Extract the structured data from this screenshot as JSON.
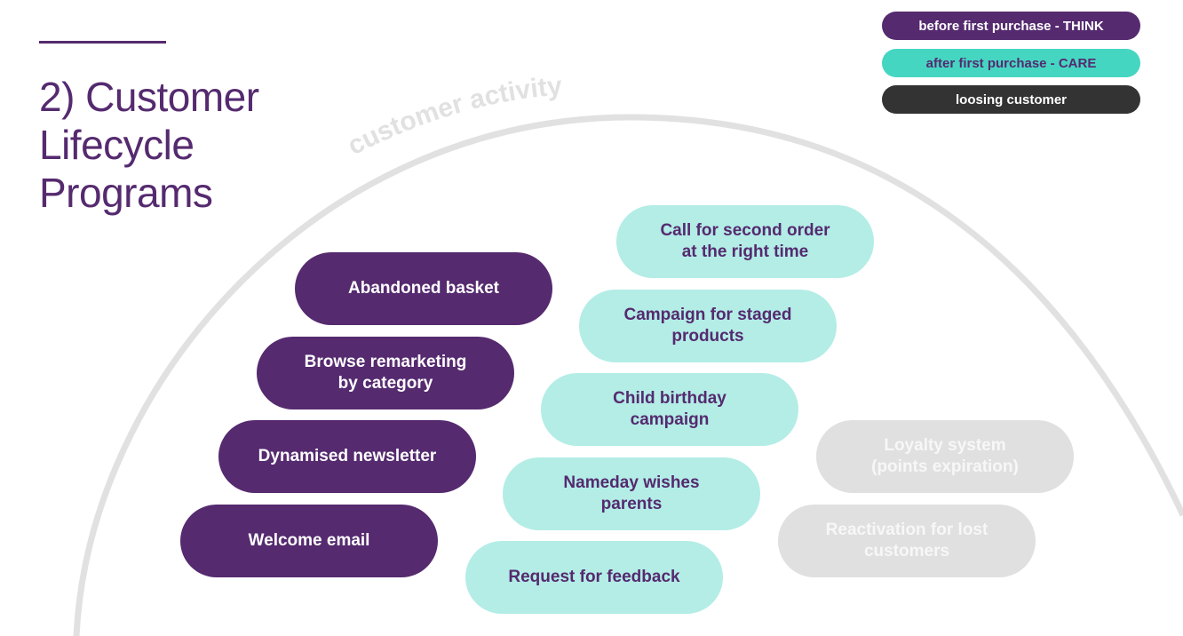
{
  "slide": {
    "title_lines": [
      "2) Customer",
      "Lifecycle",
      "Programs"
    ],
    "arc_label": "customer activity"
  },
  "legend": [
    {
      "label": "before first purchase - THINK",
      "category": "think"
    },
    {
      "label": "after first purchase - CARE",
      "category": "care"
    },
    {
      "label": "loosing customer",
      "category": "lose"
    }
  ],
  "programs": [
    {
      "label": "Abandoned basket",
      "category": "think"
    },
    {
      "label": "Browse remarketing\nby category",
      "category": "think"
    },
    {
      "label": "Dynamised newsletter",
      "category": "think"
    },
    {
      "label": "Welcome email",
      "category": "think"
    },
    {
      "label": "Call for second order\nat the right time",
      "category": "care"
    },
    {
      "label": "Campaign for staged\nproducts",
      "category": "care"
    },
    {
      "label": "Child birthday\ncampaign",
      "category": "care"
    },
    {
      "label": "Nameday wishes\nparents",
      "category": "care"
    },
    {
      "label": "Request for feedback",
      "category": "care"
    },
    {
      "label": "Loyalty system\n(points expiration)",
      "category": "lose"
    },
    {
      "label": "Reactivation for lost\ncustomers",
      "category": "lose"
    }
  ],
  "colors": {
    "think": "#552a6f",
    "care_legend": "#45d6c2",
    "care_pill": "#b3ede6",
    "lose_legend": "#333333",
    "lose_pill": "#e0e0e0",
    "arc": "#e1e1e1"
  }
}
